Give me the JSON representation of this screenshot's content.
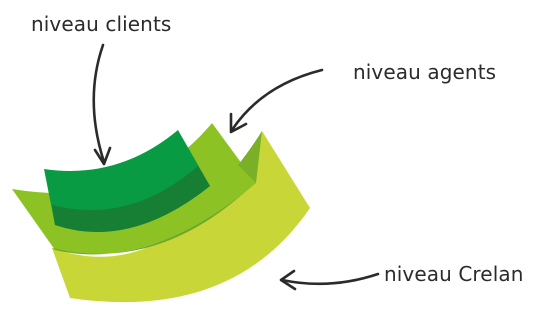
{
  "labels": {
    "clients": "niveau clients",
    "agents": "niveau agents",
    "crelan": "niveau Crelan"
  },
  "colors": {
    "crelan_band": "#c8d637",
    "agents_band": "#8dc225",
    "clients_band": "#089b44",
    "overlap_dark": "#2e7d2e",
    "overlap_mid": "#5ea12b",
    "arrow": "#2b2b2b",
    "text": "#2b2b2b"
  }
}
